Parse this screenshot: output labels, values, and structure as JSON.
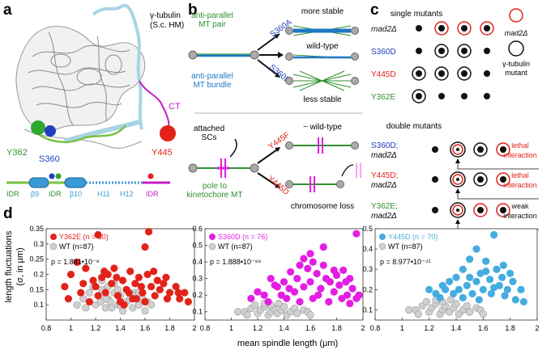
{
  "panel_letters": {
    "a": "a",
    "b": "b",
    "c": "c",
    "d": "d"
  },
  "panel_a": {
    "title_line1": "γ-tubulin",
    "title_line2": "(S.c. HM)",
    "ct_label": "CT",
    "y362e": "Y362",
    "s360d": "S360",
    "y445d": "Y445",
    "domains": [
      "IDR",
      "β9",
      "IDR",
      "β10",
      "H11",
      "H12",
      "IDR"
    ],
    "colors": {
      "green": "#7ac142",
      "blue": "#1f3fbf",
      "red": "#e2231a",
      "magenta": "#c21ec9",
      "lightblue": "#a9d4e6"
    }
  },
  "panel_b": {
    "antiparallel_pair_1": "anti-parallel",
    "antiparallel_pair_2": "MT pair",
    "antiparallel_bundle_1": "anti-parallel",
    "antiparallel_bundle_2": "MT bundle",
    "s360a": "S360A",
    "s360d": "S360D",
    "more_stable": "more stable",
    "wild_type": "wild-type",
    "less_stable": "less stable",
    "attached_1": "attached",
    "attached_2": "SCs",
    "pole_1": "pole to",
    "pole_2": "kinetochore MT",
    "approx_wt": "~ wild-type",
    "y445f": "Y445F",
    "y445d": "Y445D",
    "chromosome_loss": "chromosome loss"
  },
  "panel_c": {
    "single_title": "single mutants",
    "double_title": "double mutants",
    "rows_single": [
      {
        "label": "mad2Δ",
        "color": "#111111"
      },
      {
        "label": "S360D",
        "color": "#1f3fbf"
      },
      {
        "label": "Y445D",
        "color": "#e2231a"
      },
      {
        "label": "Y362E",
        "color": "#2f8f2f"
      }
    ],
    "rows_double": [
      {
        "line1": "S360D;",
        "line2": "mad2Δ",
        "color": "#1f3fbf",
        "note": "lethal interaction",
        "note_color": "#e2231a"
      },
      {
        "line1": "Y445D;",
        "line2": "mad2Δ",
        "color": "#e2231a",
        "note": "lethal interaction",
        "note_color": "#e2231a"
      },
      {
        "line1": "Y362E;",
        "line2": "mad2Δ",
        "color": "#2f8f2f",
        "note": "weak interaction",
        "note_color": "#111111"
      }
    ],
    "legend_mad2": "mad2Δ",
    "legend_gamma_1": "γ-tubulin",
    "legend_gamma_2": "mutant"
  },
  "panel_d": {
    "ylabel_1": "length fluctuations",
    "ylabel_2": "(σ, in μm)",
    "xlabel": "mean spindle length (μm)"
  },
  "chart_data": [
    {
      "type": "scatter",
      "xlim": [
        0.8,
        2.0
      ],
      "ylim": [
        0.05,
        0.35
      ],
      "xticks": [
        0.8,
        1,
        1.2,
        1.4,
        1.6,
        1.8,
        2
      ],
      "yticks": [
        0.1,
        0.15,
        0.2,
        0.25,
        0.3,
        0.35
      ],
      "series": [
        {
          "name": "Y362E (n = 60)",
          "color": "#e2231a",
          "points": [
            [
              1.22,
              0.33
            ],
            [
              1.63,
              0.34
            ],
            [
              1.6,
              0.29
            ],
            [
              1.0,
              0.2
            ],
            [
              1.05,
              0.24
            ],
            [
              1.12,
              0.22
            ],
            [
              1.18,
              0.18
            ],
            [
              1.2,
              0.16
            ],
            [
              1.25,
              0.19
            ],
            [
              1.28,
              0.14
            ],
            [
              1.3,
              0.2
            ],
            [
              1.33,
              0.17
            ],
            [
              1.35,
              0.22
            ],
            [
              1.38,
              0.13
            ],
            [
              1.42,
              0.18
            ],
            [
              1.45,
              0.15
            ],
            [
              1.48,
              0.21
            ],
            [
              1.5,
              0.12
            ],
            [
              1.52,
              0.17
            ],
            [
              1.55,
              0.19
            ],
            [
              1.58,
              0.14
            ],
            [
              1.62,
              0.2
            ],
            [
              1.65,
              0.16
            ],
            [
              1.68,
              0.13
            ],
            [
              1.7,
              0.18
            ],
            [
              1.72,
              0.15
            ],
            [
              1.75,
              0.17
            ],
            [
              1.78,
              0.12
            ],
            [
              1.8,
              0.14
            ],
            [
              1.85,
              0.16
            ],
            [
              1.88,
              0.12
            ],
            [
              1.92,
              0.14
            ],
            [
              1.95,
              0.11
            ],
            [
              0.95,
              0.16
            ],
            [
              0.98,
              0.12
            ],
            [
              1.08,
              0.14
            ],
            [
              1.15,
              0.11
            ],
            [
              1.22,
              0.13
            ],
            [
              1.4,
              0.11
            ],
            [
              1.6,
              0.11
            ],
            [
              1.1,
              0.17
            ],
            [
              1.27,
              0.21
            ],
            [
              1.37,
              0.19
            ],
            [
              1.47,
              0.14
            ],
            [
              1.57,
              0.16
            ],
            [
              1.67,
              0.21
            ],
            [
              1.77,
              0.19
            ],
            [
              1.87,
              0.14
            ],
            [
              1.43,
              0.1
            ],
            [
              1.53,
              0.12
            ]
          ]
        },
        {
          "name": "WT (n=87)",
          "color": "#d0d0d0",
          "points": [
            [
              1.1,
              0.12
            ],
            [
              1.15,
              0.14
            ],
            [
              1.2,
              0.1
            ],
            [
              1.22,
              0.13
            ],
            [
              1.25,
              0.15
            ],
            [
              1.28,
              0.09
            ],
            [
              1.3,
              0.12
            ],
            [
              1.32,
              0.11
            ],
            [
              1.35,
              0.14
            ],
            [
              1.38,
              0.1
            ],
            [
              1.4,
              0.13
            ],
            [
              1.42,
              0.08
            ],
            [
              1.45,
              0.11
            ],
            [
              1.48,
              0.12
            ],
            [
              1.5,
              0.09
            ],
            [
              1.52,
              0.14
            ],
            [
              1.55,
              0.1
            ],
            [
              1.58,
              0.12
            ],
            [
              1.6,
              0.08
            ],
            [
              1.62,
              0.11
            ],
            [
              1.25,
              0.18
            ],
            [
              1.3,
              0.16
            ],
            [
              1.35,
              0.17
            ],
            [
              1.18,
              0.16
            ],
            [
              1.12,
              0.09
            ],
            [
              1.4,
              0.1
            ],
            [
              1.28,
              0.12
            ],
            [
              1.33,
              0.09
            ],
            [
              1.45,
              0.15
            ],
            [
              1.5,
              0.13
            ],
            [
              1.55,
              0.14
            ],
            [
              1.65,
              0.1
            ],
            [
              1.38,
              0.15
            ],
            [
              1.24,
              0.11
            ],
            [
              1.05,
              0.1
            ]
          ]
        }
      ],
      "p_value": "p = 1.881•10⁻⁸"
    },
    {
      "type": "scatter",
      "xlim": [
        0.8,
        2.0
      ],
      "ylim": [
        0.05,
        0.6
      ],
      "xticks": [
        0.8,
        1,
        1.2,
        1.4,
        1.6,
        1.8,
        2
      ],
      "yticks": [
        0.1,
        0.2,
        0.3,
        0.4,
        0.5,
        0.6
      ],
      "series": [
        {
          "name": "S360D (n = 76)",
          "color": "#e31ee3",
          "points": [
            [
              1.95,
              0.57
            ],
            [
              1.7,
              0.49
            ],
            [
              1.55,
              0.42
            ],
            [
              1.62,
              0.4
            ],
            [
              1.58,
              0.36
            ],
            [
              1.7,
              0.38
            ],
            [
              1.8,
              0.32
            ],
            [
              1.85,
              0.35
            ],
            [
              1.9,
              0.3
            ],
            [
              1.75,
              0.28
            ],
            [
              1.65,
              0.33
            ],
            [
              1.5,
              0.3
            ],
            [
              1.45,
              0.34
            ],
            [
              1.4,
              0.28
            ],
            [
              1.35,
              0.25
            ],
            [
              1.3,
              0.3
            ],
            [
              1.48,
              0.22
            ],
            [
              1.55,
              0.25
            ],
            [
              1.6,
              0.28
            ],
            [
              1.68,
              0.24
            ],
            [
              1.72,
              0.3
            ],
            [
              1.78,
              0.22
            ],
            [
              1.82,
              0.26
            ],
            [
              1.88,
              0.2
            ],
            [
              1.92,
              0.24
            ],
            [
              1.95,
              0.18
            ],
            [
              1.25,
              0.2
            ],
            [
              1.2,
              0.22
            ],
            [
              1.15,
              0.18
            ],
            [
              1.28,
              0.16
            ],
            [
              1.38,
              0.2
            ],
            [
              1.42,
              0.18
            ],
            [
              1.52,
              0.16
            ],
            [
              1.62,
              0.18
            ],
            [
              1.66,
              0.2
            ],
            [
              1.74,
              0.16
            ],
            [
              1.84,
              0.18
            ],
            [
              1.9,
              0.15
            ],
            [
              1.97,
              0.2
            ],
            [
              1.6,
              0.45
            ],
            [
              1.52,
              0.38
            ],
            [
              1.44,
              0.24
            ],
            [
              1.33,
              0.26
            ],
            [
              1.78,
              0.35
            ],
            [
              1.87,
              0.28
            ]
          ]
        },
        {
          "name": "WT (n=87)",
          "color": "#d0d0d0",
          "points": [
            [
              1.1,
              0.1
            ],
            [
              1.15,
              0.12
            ],
            [
              1.2,
              0.09
            ],
            [
              1.22,
              0.11
            ],
            [
              1.25,
              0.13
            ],
            [
              1.28,
              0.08
            ],
            [
              1.3,
              0.1
            ],
            [
              1.32,
              0.12
            ],
            [
              1.35,
              0.09
            ],
            [
              1.38,
              0.11
            ],
            [
              1.4,
              0.13
            ],
            [
              1.42,
              0.08
            ],
            [
              1.45,
              0.1
            ],
            [
              1.48,
              0.12
            ],
            [
              1.5,
              0.09
            ],
            [
              1.55,
              0.11
            ],
            [
              1.58,
              0.1
            ],
            [
              1.6,
              0.08
            ],
            [
              1.25,
              0.15
            ],
            [
              1.3,
              0.14
            ],
            [
              1.18,
              0.14
            ],
            [
              1.12,
              0.08
            ],
            [
              1.36,
              0.15
            ],
            [
              1.05,
              0.1
            ]
          ]
        }
      ],
      "p_value": "p = 1.888•10⁻⁸⁸"
    },
    {
      "type": "scatter",
      "xlim": [
        0.8,
        2.0
      ],
      "ylim": [
        0.05,
        0.5
      ],
      "xticks": [
        0.8,
        1,
        1.2,
        1.4,
        1.6,
        1.8,
        2
      ],
      "yticks": [
        0.1,
        0.2,
        0.3,
        0.4,
        0.5
      ],
      "series": [
        {
          "name": "Y445D (n = 70)",
          "color": "#45ace0",
          "points": [
            [
              1.68,
              0.47
            ],
            [
              1.55,
              0.4
            ],
            [
              1.5,
              0.35
            ],
            [
              1.62,
              0.34
            ],
            [
              1.75,
              0.32
            ],
            [
              1.8,
              0.28
            ],
            [
              1.7,
              0.3
            ],
            [
              1.58,
              0.28
            ],
            [
              1.45,
              0.3
            ],
            [
              1.4,
              0.26
            ],
            [
              1.35,
              0.24
            ],
            [
              1.3,
              0.22
            ],
            [
              1.48,
              0.22
            ],
            [
              1.55,
              0.24
            ],
            [
              1.65,
              0.25
            ],
            [
              1.72,
              0.22
            ],
            [
              1.82,
              0.24
            ],
            [
              1.88,
              0.2
            ],
            [
              1.6,
              0.2
            ],
            [
              1.52,
              0.18
            ],
            [
              1.42,
              0.2
            ],
            [
              1.25,
              0.18
            ],
            [
              1.2,
              0.2
            ],
            [
              1.28,
              0.16
            ],
            [
              1.38,
              0.18
            ],
            [
              1.66,
              0.18
            ],
            [
              1.76,
              0.17
            ],
            [
              1.84,
              0.15
            ],
            [
              1.9,
              0.14
            ],
            [
              1.45,
              0.16
            ],
            [
              1.57,
              0.15
            ],
            [
              1.32,
              0.2
            ],
            [
              1.62,
              0.29
            ],
            [
              1.74,
              0.26
            ],
            [
              1.5,
              0.26
            ],
            [
              1.68,
              0.21
            ],
            [
              1.78,
              0.2
            ]
          ]
        },
        {
          "name": "WT (n=87)",
          "color": "#d0d0d0",
          "points": [
            [
              1.1,
              0.1
            ],
            [
              1.15,
              0.12
            ],
            [
              1.2,
              0.09
            ],
            [
              1.22,
              0.11
            ],
            [
              1.25,
              0.13
            ],
            [
              1.28,
              0.08
            ],
            [
              1.3,
              0.1
            ],
            [
              1.32,
              0.12
            ],
            [
              1.35,
              0.09
            ],
            [
              1.38,
              0.11
            ],
            [
              1.4,
              0.13
            ],
            [
              1.42,
              0.08
            ],
            [
              1.45,
              0.1
            ],
            [
              1.48,
              0.12
            ],
            [
              1.5,
              0.09
            ],
            [
              1.55,
              0.11
            ],
            [
              1.58,
              0.1
            ],
            [
              1.6,
              0.08
            ],
            [
              1.25,
              0.15
            ],
            [
              1.3,
              0.14
            ],
            [
              1.18,
              0.14
            ],
            [
              1.12,
              0.08
            ],
            [
              1.36,
              0.15
            ],
            [
              1.05,
              0.1
            ]
          ]
        }
      ],
      "p_value": "p = 8.977•10⁻⁴¹"
    }
  ]
}
